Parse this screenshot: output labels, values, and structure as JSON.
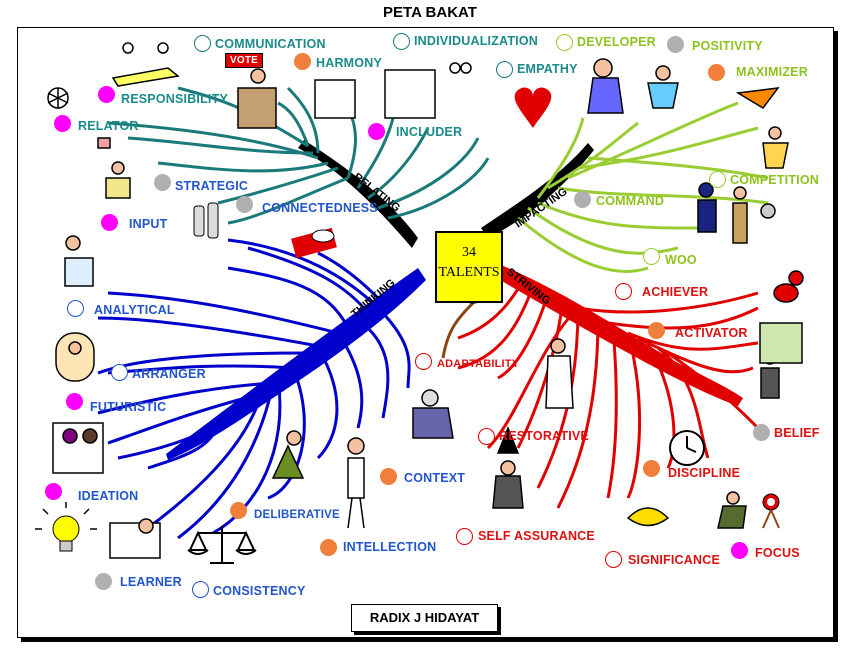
{
  "title": "PETA BAKAT",
  "center": {
    "line1": "34",
    "line2": "TALENTS"
  },
  "branches": {
    "relating": "RELATING",
    "impacting": "IMPACTING",
    "thinking": "THINKING",
    "striving": "STRIVING"
  },
  "colors": {
    "relating": "#1a7a7a",
    "impacting": "#9acd32",
    "thinking": "#0000cc",
    "striving": "#e00000",
    "magenta": "#ff00ff",
    "orange": "#f07f3c",
    "gray": "#b0b0b0",
    "label_teal": "#1a8a8a",
    "label_green": "#8ec31f",
    "label_blue": "#2255cc",
    "label_red": "#dd1111"
  },
  "talents": {
    "communication": "COMMUNICATION",
    "harmony": "HARMONY",
    "individualization": "INDIVIDUALIZATION",
    "empathy": "EMPATHY",
    "responsibility": "RESPONSIBILITY",
    "relator": "RELATOR",
    "includer": "INCLUDER",
    "developer": "DEVELOPER",
    "positivity": "POSITIVITY",
    "maximizer": "MAXIMIZER",
    "competition": "COMPETITION",
    "command": "COMMAND",
    "woo": "WOO",
    "strategic": "STRATEGIC",
    "connectedness": "CONNECTEDNESS",
    "input": "INPUT",
    "analytical": "ANALYTICAL",
    "arranger": "ARRANGER",
    "futuristic": "FUTURISTIC",
    "ideation": "IDEATION",
    "learner": "LEARNER",
    "consistency": "CONSISTENCY",
    "deliberative": "DELIBERATIVE",
    "intellection": "INTELLECTION",
    "context": "CONTEXT",
    "achiever": "ACHIEVER",
    "activator": "ACTIVATOR",
    "adaptability": "ADAPTABILITY",
    "restorative": "RESTORATIVE",
    "belief": "BELIEF",
    "discipline": "DISCIPLINE",
    "self_assurance": "SELF ASSURANCE",
    "significance": "SIGNIFICANCE",
    "focus": "FOCUS"
  },
  "sign": {
    "vote": "VOTE"
  },
  "author": "RADIX J HIDAYAT"
}
